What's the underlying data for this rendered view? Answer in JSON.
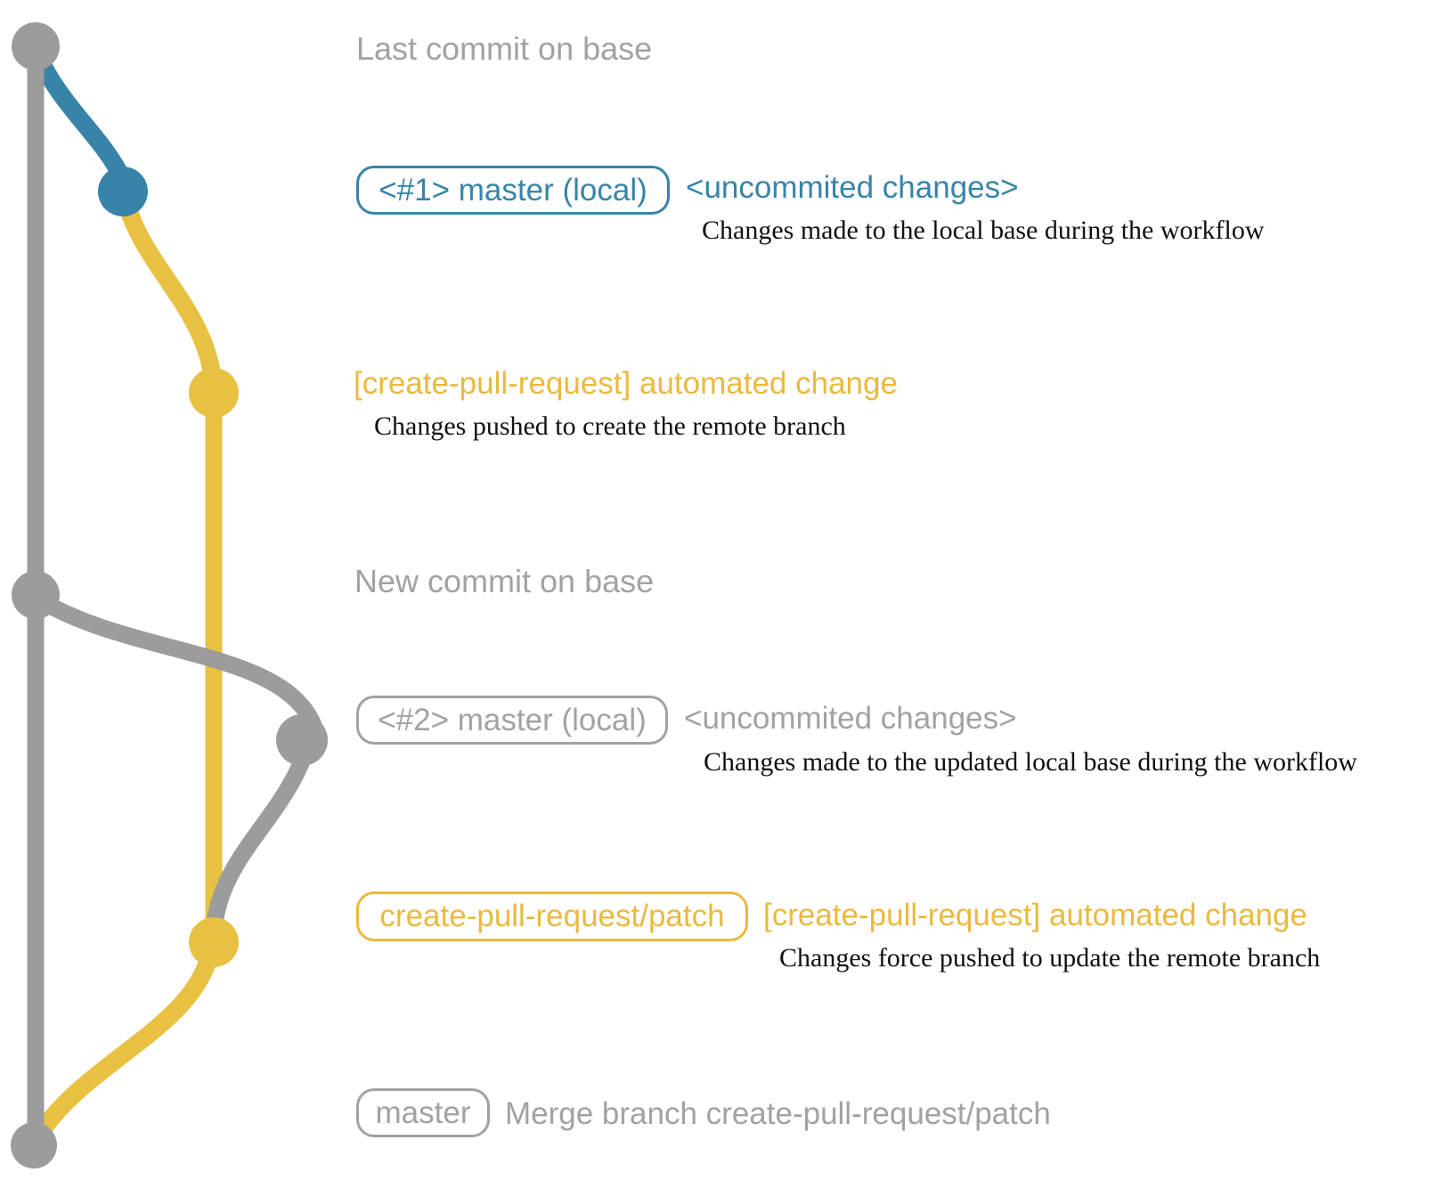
{
  "colors": {
    "base": "#9c9c9c",
    "gray_text": "#a2a2a2",
    "blue": "#3884a9",
    "yellow": "#e8c143",
    "yellow_text": "#eab93f",
    "description_text": "#111111"
  },
  "commits": [
    {
      "caption": "Last commit on base"
    },
    {
      "badge": "<#1> master (local)",
      "note": "<uncommited changes>",
      "description": "Changes made to the local base during the workflow"
    },
    {
      "note": "[create-pull-request] automated change",
      "description": "Changes pushed to create the remote branch"
    },
    {
      "caption": "New commit on base"
    },
    {
      "badge": "<#2> master (local)",
      "note": "<uncommited changes>",
      "description": "Changes made to the updated local base during the workflow"
    },
    {
      "badge": "create-pull-request/patch",
      "note": "[create-pull-request] automated change",
      "description": "Changes force pushed to update the remote branch"
    },
    {
      "badge": "master",
      "note": "Merge branch create-pull-request/patch"
    }
  ]
}
